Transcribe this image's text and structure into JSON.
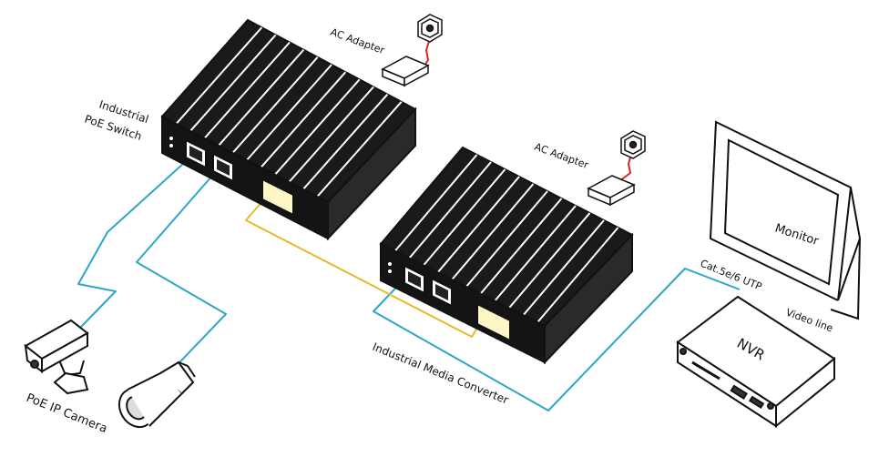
{
  "labels": {
    "switch": [
      "Industrial",
      "PoE Switch"
    ],
    "ac_adapter_1": "AC Adapter",
    "ac_adapter_2": "AC Adapter",
    "camera": "PoE IP Camera",
    "converter": "Industrial Media Converter",
    "utp": "Cat.5e/6 UTP",
    "monitor": "Monitor",
    "video_line": "Video line",
    "nvr": "NVR"
  },
  "colors": {
    "ethernet": "#2fa6c8",
    "fiber": "#e8b92a",
    "power": "#d8262a",
    "ink": "#111111"
  },
  "icons": {
    "switch": "poe-switch-icon",
    "converter": "media-converter-icon",
    "dome_camera": "dome-camera-icon",
    "bullet_camera": "bullet-camera-icon",
    "monitor": "monitor-icon",
    "nvr": "nvr-icon",
    "adapter": "ac-adapter-icon",
    "outlet": "power-outlet-icon"
  }
}
